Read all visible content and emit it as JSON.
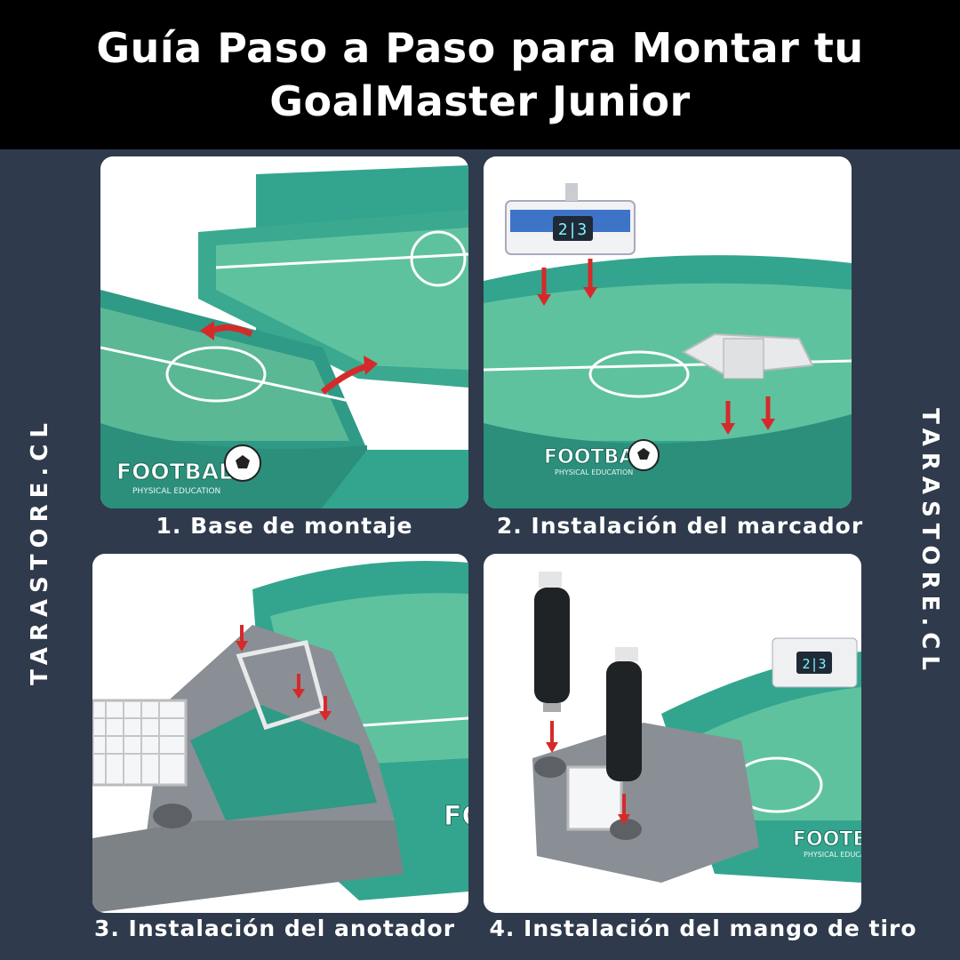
{
  "header": {
    "title": "Guía Paso a Paso para Montar tu GoalMaster Junior"
  },
  "watermark": {
    "left": "TARASTORE.CL",
    "right": "TARASTORE.CL"
  },
  "steps": [
    {
      "caption": "1. Base de montaje",
      "brand": "FOOTBALL",
      "subbrand": "PHYSICAL EDUCATION"
    },
    {
      "caption": "2. Instalación del marcador",
      "brand": "FOOTBALL",
      "subbrand": "PHYSICAL EDUCATION",
      "score": "2|3"
    },
    {
      "caption": "3. Instalación del anotador",
      "brand": "FO"
    },
    {
      "caption": "4. Instalación del mango de tiro",
      "brand": "FOOTBA",
      "subbrand": "PHYSICAL EDUCATI",
      "score": "2|3"
    }
  ],
  "colors": {
    "background": "#2f3a4c",
    "header": "#000000",
    "field": "#2f9a85",
    "wall": "#33a58e",
    "arrow": "#d62a2a",
    "gray_part": "#8a8f95"
  }
}
